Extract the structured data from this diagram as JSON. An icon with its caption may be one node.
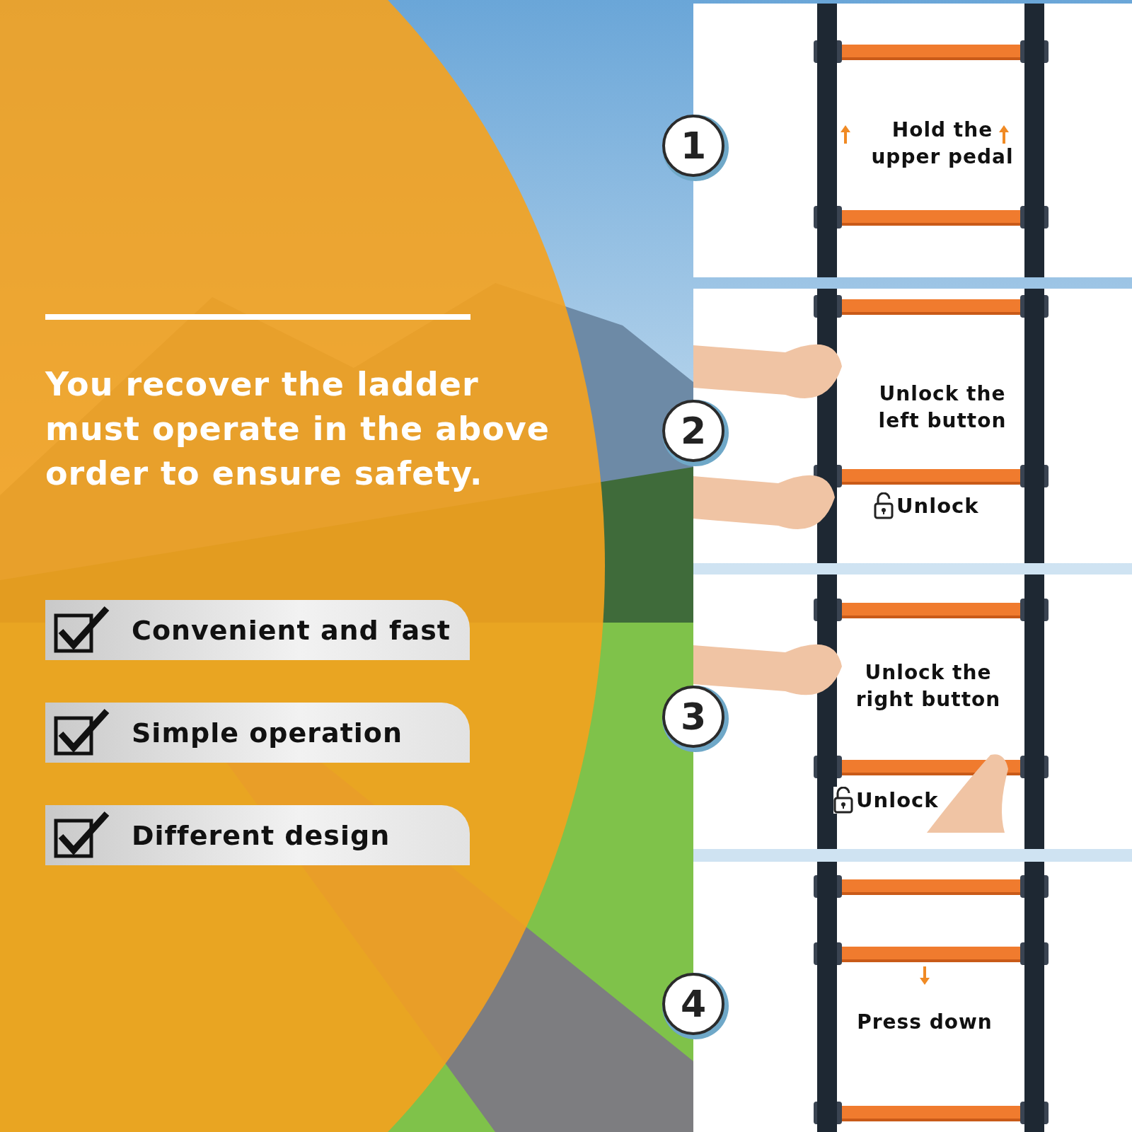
{
  "diagram": {
    "nodes": [
      {
        "text": [
          "1",
          "Hold the upper pedal"
        ]
      },
      {
        "text": [
          "2",
          "Unlock the left button",
          "Unlock"
        ]
      },
      {
        "text": [
          "3",
          "Unlock the right button",
          "Unlock"
        ]
      },
      {
        "text": [
          "4",
          "Press down"
        ]
      }
    ],
    "labels": [
      "You recover the ladder must operate in the above order to ensure safety.",
      "Convenient and fast",
      "Simple operation",
      "Different design"
    ]
  }
}
